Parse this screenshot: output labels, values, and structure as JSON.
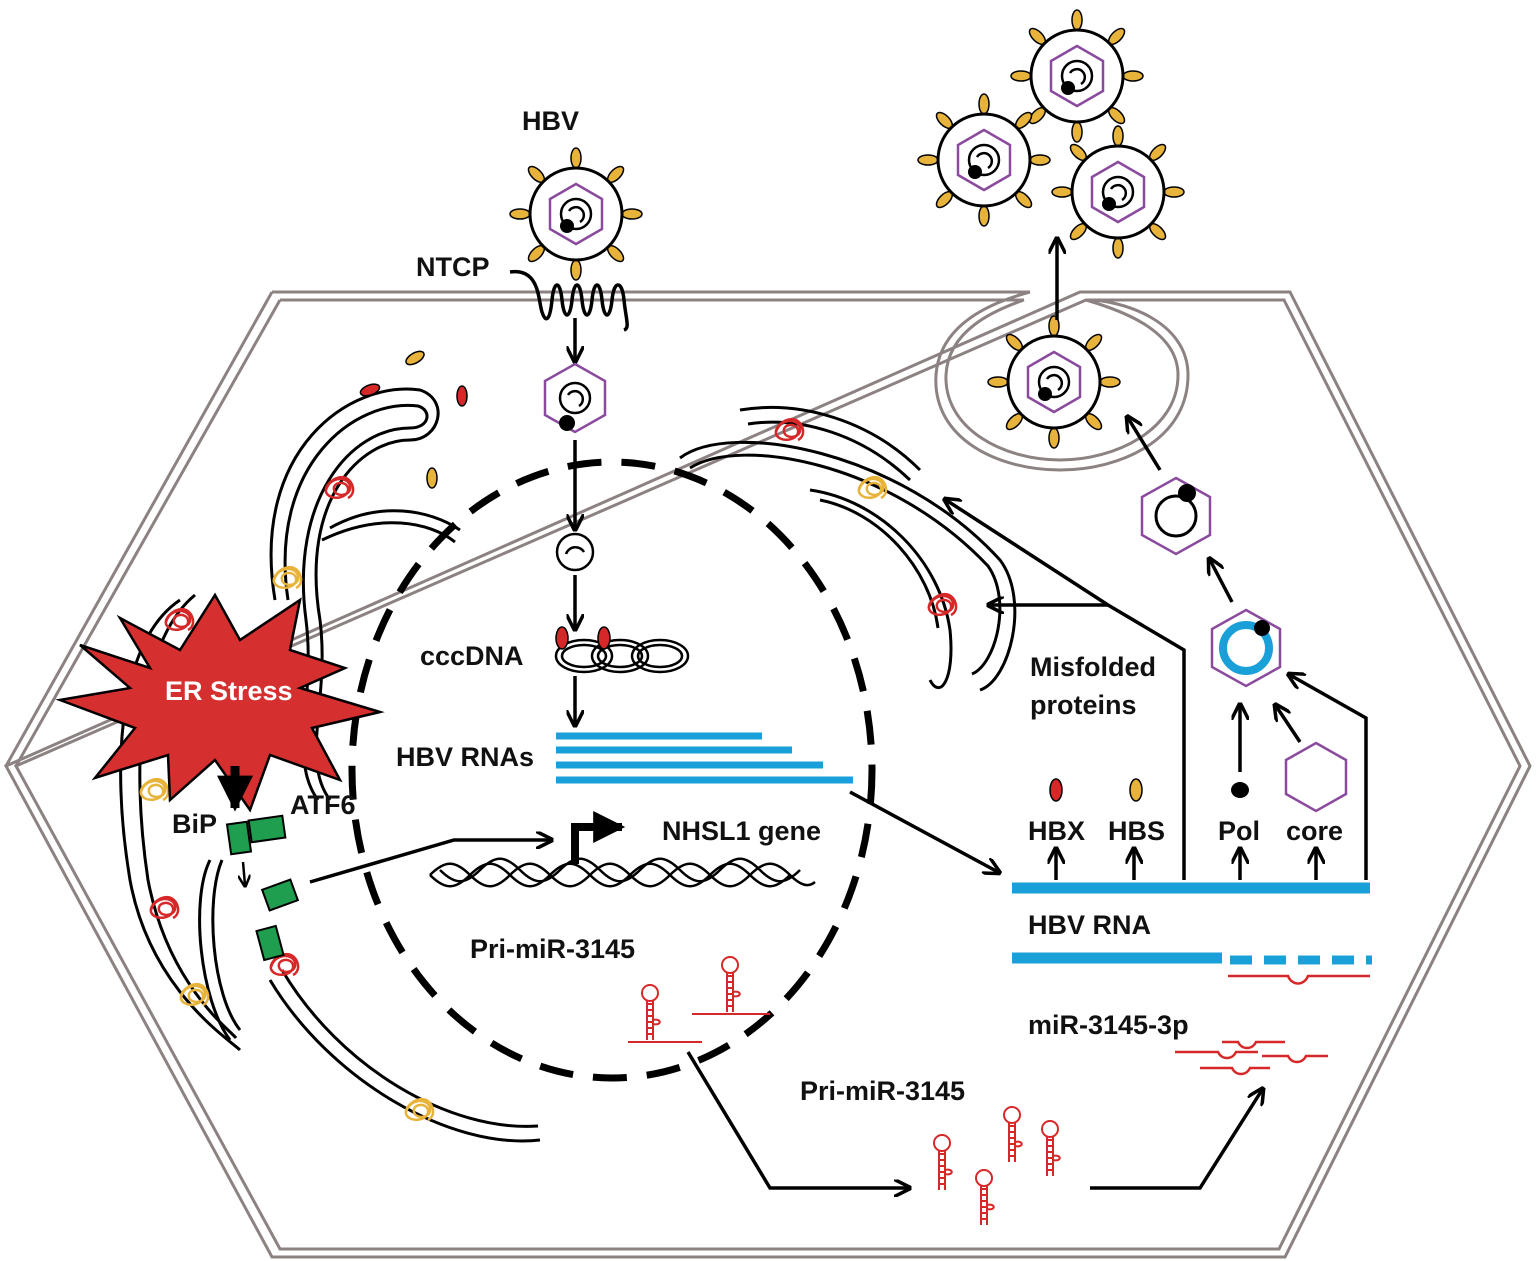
{
  "labels": {
    "hbv": "HBV",
    "ntcp": "NTCP",
    "cccdna": "cccDNA",
    "hbv_rnas": "HBV RNAs",
    "er_stress": "ER Stress",
    "bip": "BiP",
    "atf6": "ATF6",
    "nhsl1_gene": "NHSL1 gene",
    "pri_mir_nucleus": "Pri-miR-3145",
    "pri_mir_cytoplasm": "Pri-miR-3145",
    "misfolded_line1": "Misfolded",
    "misfolded_line2": "proteins",
    "hbx": "HBX",
    "hbs": "HBS",
    "pol": "Pol",
    "core": "core",
    "hbv_rna": "HBV RNA",
    "mir_3p": "miR-3145-3p"
  },
  "colors": {
    "cell_membrane": "#8c8282",
    "capsid": "#8a4a9e",
    "surface_protein": "#e8b33a",
    "hbx_protein": "#d62828",
    "rna": "#1aa0d8",
    "mirna": "#d62828",
    "er_stress_burst": "#d62f2f",
    "atf6_receptor": "#1f9e50"
  }
}
